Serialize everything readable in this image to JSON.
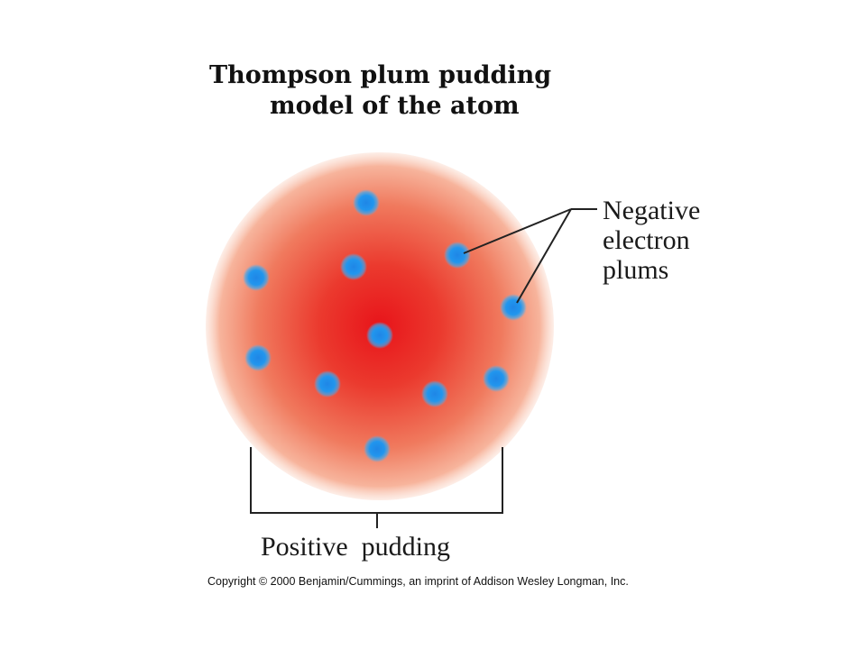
{
  "title": {
    "line1": "Thompson plum pudding",
    "line2": "model of the atom"
  },
  "labels": {
    "negative_line1": "Negative",
    "negative_line2": "electron",
    "negative_line3": "plums",
    "positive": "Positive  pudding"
  },
  "copyright": "Copyright © 2000 Benjamin/Cummings, an imprint of Addison Wesley Longman, Inc.",
  "colors": {
    "pudding_center": "#e61f1f",
    "pudding_edge": "#f4a58a",
    "electron": "#1e8fe6",
    "line": "#222222"
  }
}
